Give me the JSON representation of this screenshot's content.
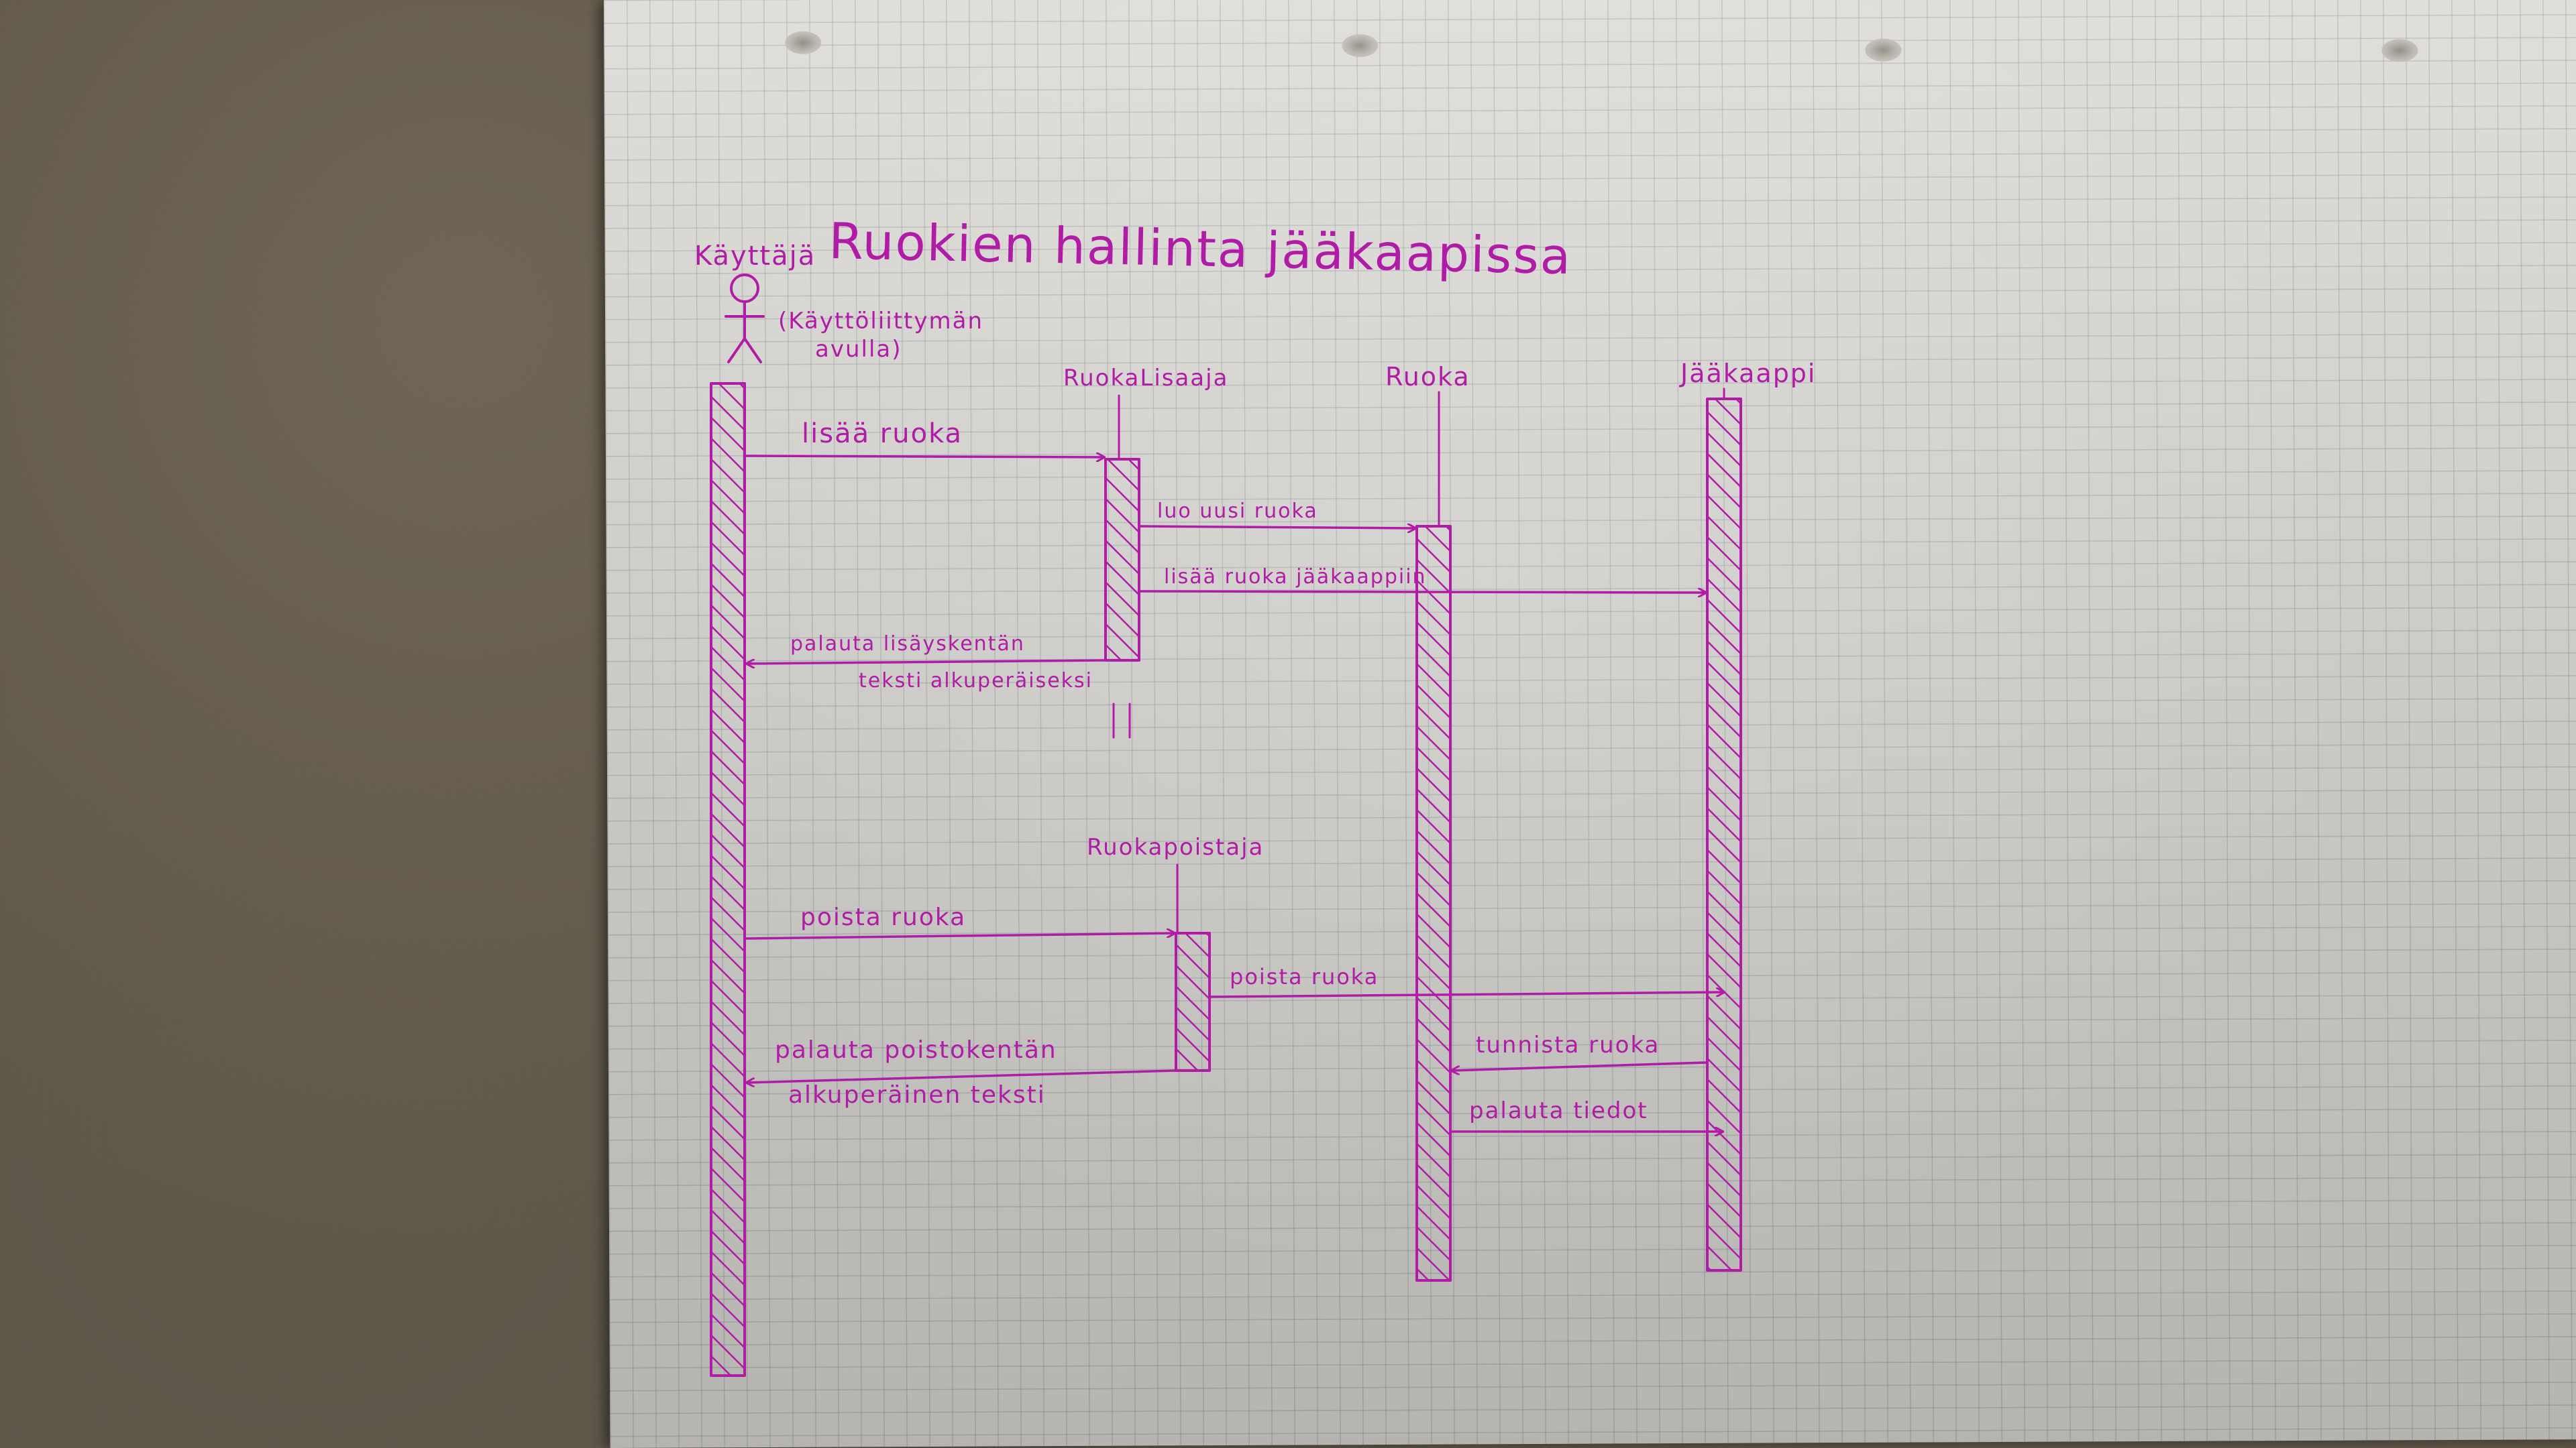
{
  "diagram": {
    "title": "Ruokien hallinta jääkaapissa",
    "actor": {
      "label": "Käyttäjä",
      "note_line1": "(Käyttöliittymän",
      "note_line2": "avulla)"
    },
    "participants": {
      "ruoka_lisaaja": "RuokaLisaaja",
      "ruoka": "Ruoka",
      "jaakaappi": "Jääkaappi",
      "ruoka_poistaja": "Ruokapoistaja"
    },
    "messages": {
      "m1": "lisää ruoka",
      "m2": "luo uusi ruoka",
      "m3": "lisää ruoka jääkaappiin",
      "m4_line1": "palauta lisäyskentän",
      "m4_line2": "teksti alkuperäiseksi",
      "m5": "poista ruoka",
      "m6": "poista ruoka",
      "m7": "tunnista ruoka",
      "m8_line1": "palauta poistokentän",
      "m8_line2": "alkuperäinen teksti",
      "m9": "palauta tiedot"
    },
    "colors": {
      "ink": "#b01ca6",
      "paper": "#dedcd7",
      "grid": "#969ba0",
      "background": "#5d5548"
    }
  }
}
